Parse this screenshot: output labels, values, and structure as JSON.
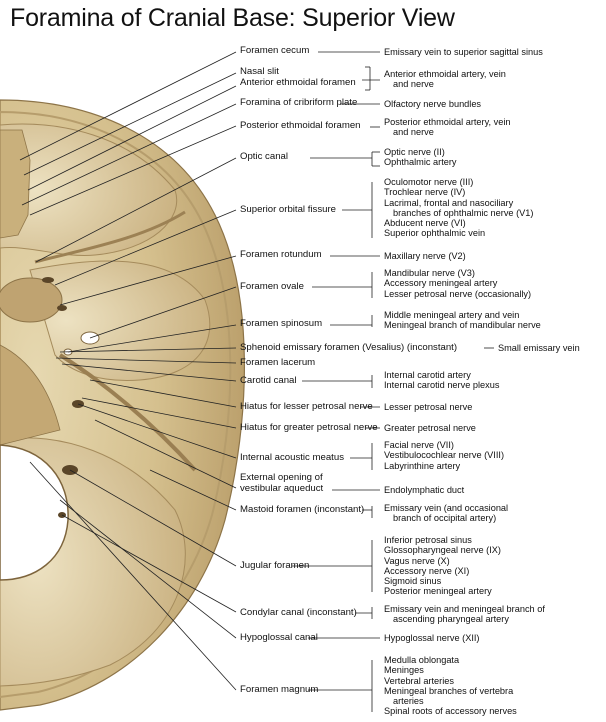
{
  "title": "Foramina of Cranial Base: Superior View",
  "labels": [
    "Foramen cecum",
    "Nasal slit",
    "Anterior ethmoidal foramen",
    "Foramina of cribriform plate",
    "Posterior ethmoidal foramen",
    "Optic canal",
    "Superior orbital fissure",
    "Foramen rotundum",
    "Foramen ovale",
    "Foramen spinosum",
    "Sphenoid emissary foramen (Vesalius) (inconstant)",
    "Foramen lacerum",
    "Carotid canal",
    "Hiatus for lesser petrosal nerve",
    "Hiatus for greater petrosal nerve",
    "Internal acoustic meatus",
    "External opening of",
    "vestibular aqueduct",
    "Mastoid foramen (inconstant)",
    "Jugular foramen",
    "Condylar canal (inconstant)",
    "Hypoglossal canal",
    "Foramen magnum"
  ],
  "contents": [
    [
      "Emissary vein to superior sagittal sinus"
    ],
    [
      "Anterior ethmoidal artery, vein",
      "and nerve"
    ],
    [
      "Olfactory nerve bundles"
    ],
    [
      "Posterior ethmoidal artery, vein",
      "and nerve"
    ],
    [
      "Optic nerve (II)",
      "Ophthalmic artery"
    ],
    [
      "Oculomotor nerve (III)",
      "Trochlear nerve (IV)",
      "Lacrimal, frontal and nasociliary",
      "branches of ophthalmic nerve (V1)",
      "Abducent nerve (VI)",
      "Superior ophthalmic vein"
    ],
    [
      "Maxillary nerve (V2)"
    ],
    [
      "Mandibular nerve (V3)",
      "Accessory meningeal artery",
      "Lesser petrosal nerve (occasionally)"
    ],
    [
      "Middle meningeal artery and vein",
      "Meningeal branch of mandibular nerve"
    ],
    [
      "Small emissary vein"
    ],
    [
      "Internal carotid artery",
      "Internal carotid nerve plexus"
    ],
    [
      "Lesser petrosal nerve"
    ],
    [
      "Greater petrosal nerve"
    ],
    [
      "Facial nerve (VII)",
      "Vestibulocochlear nerve (VIII)",
      "Labyrinthine artery"
    ],
    [
      "Endolymphatic duct"
    ],
    [
      "Emissary vein (and occasional",
      "branch of occipital artery)"
    ],
    [
      "Inferior petrosal sinus",
      "Glossopharyngeal nerve (IX)",
      "Vagus nerve (X)",
      "Accessory nerve (XI)",
      "Sigmoid sinus",
      "Posterior meningeal artery"
    ],
    [
      "Emissary vein and meningeal branch of",
      "ascending pharyngeal artery"
    ],
    [
      "Hypoglossal nerve (XII)"
    ],
    [
      "Medulla oblongata",
      "Meninges",
      "Vertebral arteries",
      "Meningeal branches of vertebra",
      "arteries",
      "Spinal roots of accessory nerves"
    ]
  ]
}
